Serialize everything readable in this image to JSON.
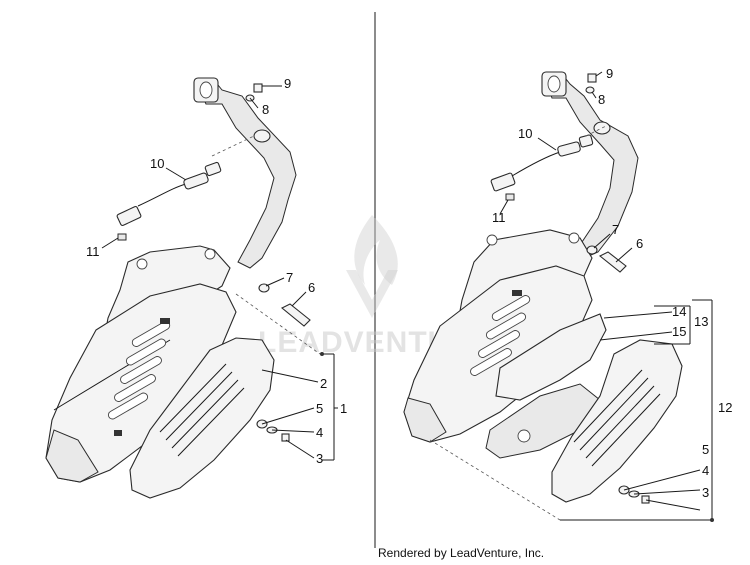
{
  "credit": "Rendered by LeadVenture, Inc.",
  "watermark": "LEADVENTURE",
  "left_panel": {
    "callouts": [
      "9",
      "8",
      "10",
      "11",
      "7",
      "6",
      "2",
      "5",
      "1",
      "4",
      "3"
    ]
  },
  "right_panel": {
    "callouts": [
      "9",
      "8",
      "10",
      "11",
      "7",
      "6",
      "14",
      "15",
      "13",
      "12",
      "5",
      "4",
      "3"
    ]
  }
}
